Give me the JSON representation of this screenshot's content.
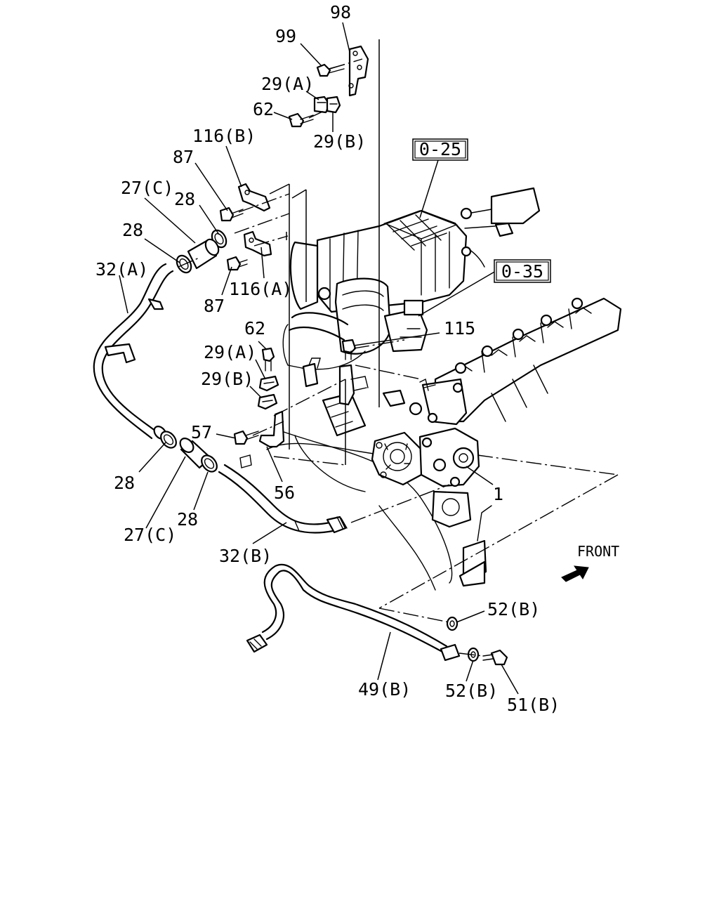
{
  "labels": {
    "l98": "98",
    "l99": "99",
    "l29a_top": "29(A)",
    "l62_top": "62",
    "l29b_top": "29(B)",
    "l116b": "116(B)",
    "l87_top": "87",
    "l27c_top": "27(C)",
    "l28_a": "28",
    "l28_b": "28",
    "l32a": "32(A)",
    "l116a": "116(A)",
    "l87_bot": "87",
    "l62_mid": "62",
    "l29a_mid": "29(A)",
    "l29b_mid": "29(B)",
    "l57": "57",
    "l56": "56",
    "l28_c": "28",
    "l27c_bot": "27(C)",
    "l28_d": "28",
    "l32b": "32(B)",
    "l115": "115",
    "l1": "1",
    "l52b_top": "52(B)",
    "l52b_bot": "52(B)",
    "l51b": "51(B)",
    "l49b": "49(B)"
  },
  "refs": {
    "r025": "0-25",
    "r035": "0-35"
  },
  "front": "FRONT"
}
